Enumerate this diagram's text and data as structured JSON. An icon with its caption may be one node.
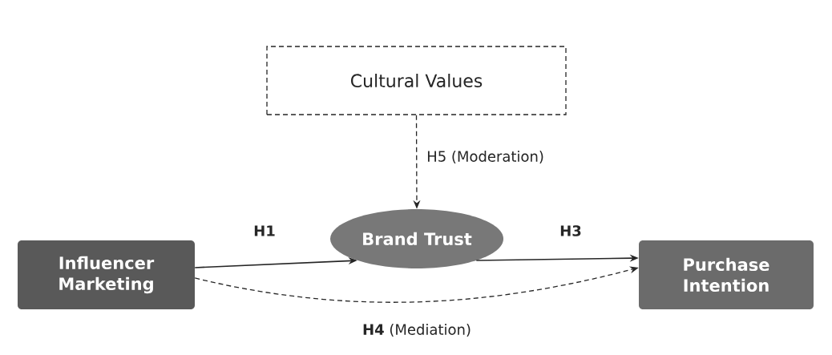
{
  "diagram": {
    "nodes": [
      {
        "text": [
          "Cultural Values"
        ]
      },
      {
        "text": [
          "Influencer Marketing"
        ]
      },
      {
        "text": [
          "Brand Trust"
        ]
      },
      {
        "text": [
          "Purchase Intention"
        ]
      }
    ],
    "edges": [
      {
        "from": 0,
        "to": 2,
        "arrow": "to",
        "style": "dashed",
        "label": "H5 (Moderation)"
      },
      {
        "from": 1,
        "to": 2,
        "arrow": "to",
        "label": "H1"
      },
      {
        "from": 2,
        "to": 3,
        "arrow": "to",
        "label": "H3"
      },
      {
        "from": 1,
        "to": 3,
        "arrow": "to",
        "style": "dashed",
        "label": "**H4** (Mediation)"
      }
    ]
  }
}
